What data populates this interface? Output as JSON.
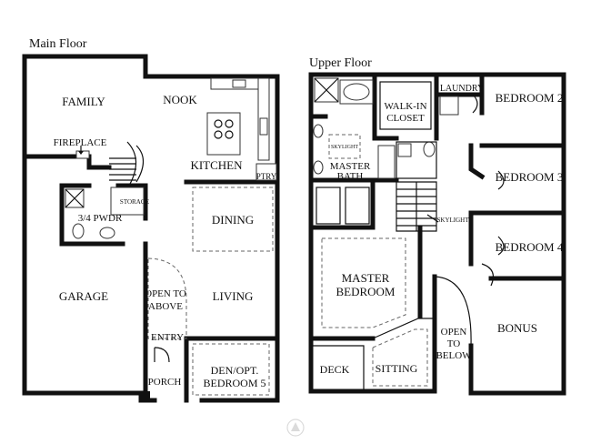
{
  "main_floor": {
    "title": "Main Floor",
    "rooms": {
      "family": "FAMILY",
      "nook": "NOOK",
      "fireplace": "FIREPLACE",
      "kitchen": "KITCHEN",
      "pantry": "PTRY",
      "storage": "STORAGE",
      "powder": "3/4 PWDR",
      "dining": "DINING",
      "garage": "GARAGE",
      "open_above_1": "OPEN TO",
      "open_above_2": "ABOVE",
      "living": "LIVING",
      "entry": "ENTRY",
      "porch": "PORCH",
      "den_1": "DEN/OPT.",
      "den_2": "BEDROOM 5"
    }
  },
  "upper_floor": {
    "title": "Upper Floor",
    "rooms": {
      "walkin_1": "WALK-IN",
      "walkin_2": "CLOSET",
      "laundry": "LAUNDRY",
      "bedroom2": "BEDROOM 2",
      "skylight_bath": "SKYLIGHT",
      "master_bath_1": "MASTER",
      "master_bath_2": "BATH",
      "bedroom3": "BEDROOM 3",
      "skylight_stair": "SKYLIGHT",
      "bedroom4": "BEDROOM 4",
      "master_bed_1": "MASTER",
      "master_bed_2": "BEDROOM",
      "open_below_1": "OPEN",
      "open_below_2": "TO",
      "open_below_3": "BELOW",
      "bonus": "BONUS",
      "deck": "DECK",
      "sitting": "SITTING"
    }
  }
}
